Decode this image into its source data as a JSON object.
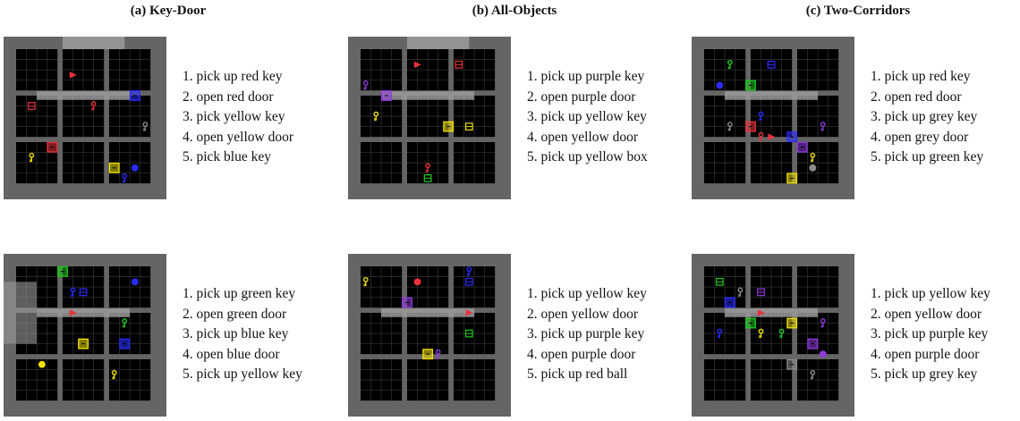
{
  "titles": {
    "a": "(a) Key-Door",
    "b": "(b) All-Objects",
    "c": "(c) Two-Corridors"
  },
  "colors": {
    "wall": "#656565",
    "floor": "#000000",
    "gridline": "#2e2e2e",
    "corridor": "#9b9b9b",
    "red": "#e8323c",
    "green": "#1ec81e",
    "blue": "#2b2bff",
    "purple": "#8f3bdc",
    "yellow": "#f0e000",
    "grey": "#8c8c8c"
  },
  "panels": [
    {
      "id": "key-door-1",
      "steps": [
        "1. pick up red key",
        "2. open red door",
        "3. pick yellow key",
        "4. open yellow door",
        "5. pick blue key"
      ],
      "corridor": {
        "h_row": 4,
        "top": true,
        "left": false
      },
      "agent": {
        "icon": "triangle",
        "color": "red",
        "row": 2,
        "col": 5
      },
      "objects": [
        {
          "icon": "key",
          "color": "red",
          "row": 5,
          "col": 7
        },
        {
          "icon": "key",
          "color": "grey",
          "row": 7,
          "col": 12
        },
        {
          "icon": "key",
          "color": "yellow",
          "row": 10,
          "col": 1
        },
        {
          "icon": "box",
          "color": "red",
          "row": 5,
          "col": 1
        },
        {
          "icon": "ball",
          "color": "blue",
          "row": 11,
          "col": 11
        },
        {
          "icon": "key",
          "color": "blue",
          "row": 12,
          "col": 10
        },
        {
          "icon": "door",
          "color": "red",
          "row": 9,
          "col": 3
        },
        {
          "icon": "door",
          "color": "blue",
          "row": 4,
          "col": 11
        },
        {
          "icon": "door",
          "color": "yellow",
          "row": 11,
          "col": 9
        }
      ]
    },
    {
      "id": "all-objects-1",
      "steps": [
        "1. pick up purple key",
        "2. open purple door",
        "3. pick up yellow key",
        "4. open yellow door",
        "5. pick up yellow box"
      ],
      "corridor": {
        "h_row": 4,
        "top": true,
        "left": false
      },
      "agent": {
        "icon": "triangle",
        "color": "red",
        "row": 1,
        "col": 5
      },
      "objects": [
        {
          "icon": "box",
          "color": "red",
          "row": 1,
          "col": 9
        },
        {
          "icon": "key",
          "color": "purple",
          "row": 3,
          "col": 0
        },
        {
          "icon": "key",
          "color": "yellow",
          "row": 6,
          "col": 1
        },
        {
          "icon": "box",
          "color": "yellow",
          "row": 7,
          "col": 10
        },
        {
          "icon": "key",
          "color": "red",
          "row": 11,
          "col": 6
        },
        {
          "icon": "box",
          "color": "green",
          "row": 12,
          "col": 6
        },
        {
          "icon": "door",
          "color": "purple",
          "row": 4,
          "col": 2
        },
        {
          "icon": "door",
          "color": "yellow",
          "row": 7,
          "col": 8
        }
      ]
    },
    {
      "id": "two-corridors-1",
      "steps": [
        "1. pick up red key",
        "2. open red door",
        "3. pick up grey key",
        "4. open grey door",
        "5. pick up green key"
      ],
      "corridor": {
        "h_row": 4,
        "top": false,
        "left": false
      },
      "agent": {
        "icon": "triangle",
        "color": "red",
        "row": 8,
        "col": 6
      },
      "objects": [
        {
          "icon": "key",
          "color": "green",
          "row": 1,
          "col": 2
        },
        {
          "icon": "box",
          "color": "blue",
          "row": 1,
          "col": 6
        },
        {
          "icon": "ball",
          "color": "blue",
          "row": 3,
          "col": 1
        },
        {
          "icon": "key",
          "color": "blue",
          "row": 6,
          "col": 5
        },
        {
          "icon": "key",
          "color": "grey",
          "row": 7,
          "col": 2
        },
        {
          "icon": "key",
          "color": "purple",
          "row": 7,
          "col": 11
        },
        {
          "icon": "key",
          "color": "red",
          "row": 8,
          "col": 5
        },
        {
          "icon": "key",
          "color": "yellow",
          "row": 10,
          "col": 10
        },
        {
          "icon": "ball",
          "color": "grey",
          "row": 11,
          "col": 10
        },
        {
          "icon": "door",
          "color": "green",
          "row": 3,
          "col": 4
        },
        {
          "icon": "door",
          "color": "red",
          "row": 7,
          "col": 4
        },
        {
          "icon": "door",
          "color": "blue",
          "row": 8,
          "col": 8
        },
        {
          "icon": "door",
          "color": "purple",
          "row": 9,
          "col": 9
        },
        {
          "icon": "door",
          "color": "yellow",
          "row": 12,
          "col": 8
        }
      ]
    },
    {
      "id": "key-door-2",
      "steps": [
        "1. pick up green key",
        "2. open green door",
        "3. pick up blue key",
        "4. open blue door",
        "5. pick up yellow key"
      ],
      "corridor": {
        "h_row": 4,
        "top": false,
        "left": true
      },
      "agent": {
        "icon": "triangle",
        "color": "red",
        "row": 4,
        "col": 5
      },
      "objects": [
        {
          "icon": "key",
          "color": "blue",
          "row": 2,
          "col": 5
        },
        {
          "icon": "box",
          "color": "blue",
          "row": 2,
          "col": 6
        },
        {
          "icon": "ball",
          "color": "blue",
          "row": 1,
          "col": 11
        },
        {
          "icon": "key",
          "color": "green",
          "row": 5,
          "col": 10
        },
        {
          "icon": "ball",
          "color": "yellow",
          "row": 9,
          "col": 2
        },
        {
          "icon": "key",
          "color": "yellow",
          "row": 10,
          "col": 9
        },
        {
          "icon": "door",
          "color": "green",
          "row": 0,
          "col": 4
        },
        {
          "icon": "door",
          "color": "yellow",
          "row": 7,
          "col": 6
        },
        {
          "icon": "door",
          "color": "blue",
          "row": 7,
          "col": 10
        }
      ]
    },
    {
      "id": "all-objects-2",
      "steps": [
        "1. pick up yellow key",
        "2. open yellow door",
        "3. pick up purple key",
        "4. open purple door",
        "5. pick up red ball"
      ],
      "corridor": {
        "h_row": 4,
        "top": false,
        "left": false
      },
      "agent": {
        "icon": "triangle",
        "color": "red",
        "row": 4,
        "col": 10
      },
      "objects": [
        {
          "icon": "key",
          "color": "yellow",
          "row": 1,
          "col": 0
        },
        {
          "icon": "ball",
          "color": "red",
          "row": 1,
          "col": 5
        },
        {
          "icon": "key",
          "color": "blue",
          "row": 0,
          "col": 10
        },
        {
          "icon": "box",
          "color": "blue",
          "row": 1,
          "col": 10
        },
        {
          "icon": "box",
          "color": "green",
          "row": 6,
          "col": 10
        },
        {
          "icon": "key",
          "color": "purple",
          "row": 8,
          "col": 7
        },
        {
          "icon": "door",
          "color": "purple",
          "row": 3,
          "col": 4
        },
        {
          "icon": "door",
          "color": "yellow",
          "row": 8,
          "col": 6
        }
      ]
    },
    {
      "id": "two-corridors-2",
      "steps": [
        "1. pick up yellow key",
        "2. open yellow door",
        "3. pick up purple key",
        "4. open purple door",
        "5. pick up grey key"
      ],
      "corridor": {
        "h_row": 4,
        "top": false,
        "left": false
      },
      "agent": {
        "icon": "triangle",
        "color": "red",
        "row": 4,
        "col": 5
      },
      "objects": [
        {
          "icon": "box",
          "color": "green",
          "row": 1,
          "col": 1
        },
        {
          "icon": "key",
          "color": "grey",
          "row": 2,
          "col": 3
        },
        {
          "icon": "box",
          "color": "purple",
          "row": 2,
          "col": 5
        },
        {
          "icon": "key",
          "color": "purple",
          "row": 5,
          "col": 11
        },
        {
          "icon": "key",
          "color": "blue",
          "row": 6,
          "col": 1
        },
        {
          "icon": "key",
          "color": "yellow",
          "row": 6,
          "col": 5
        },
        {
          "icon": "key",
          "color": "green",
          "row": 6,
          "col": 7
        },
        {
          "icon": "ball",
          "color": "purple",
          "row": 8,
          "col": 11
        },
        {
          "icon": "key",
          "color": "grey",
          "row": 10,
          "col": 10
        },
        {
          "icon": "door",
          "color": "blue",
          "row": 3,
          "col": 2
        },
        {
          "icon": "door",
          "color": "green",
          "row": 5,
          "col": 4
        },
        {
          "icon": "door",
          "color": "yellow",
          "row": 5,
          "col": 8
        },
        {
          "icon": "door",
          "color": "purple",
          "row": 7,
          "col": 10
        },
        {
          "icon": "door",
          "color": "grey",
          "row": 9,
          "col": 8
        }
      ]
    }
  ]
}
